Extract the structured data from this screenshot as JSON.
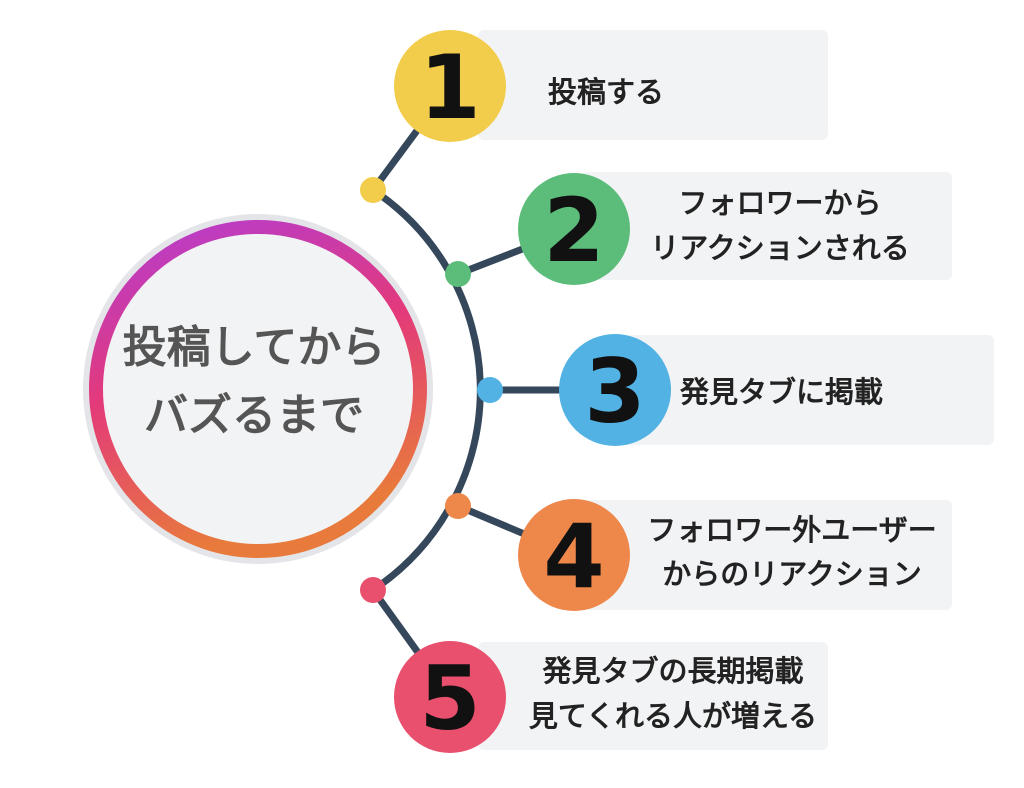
{
  "hub": {
    "lines": [
      "投稿してから",
      "バズるまで"
    ],
    "ring_colors": [
      "#b43cd2",
      "#e33a7a",
      "#e87a3c"
    ],
    "fill_color": "#f2f3f5"
  },
  "connector_color": "#35475a",
  "panel_color": "#f2f3f5",
  "steps": [
    {
      "number": "1",
      "lines": [
        "投稿する"
      ],
      "color": "#f2cd4c"
    },
    {
      "number": "2",
      "lines": [
        "フォロワーから",
        "リアクションされる"
      ],
      "color": "#5cbd7b"
    },
    {
      "number": "3",
      "lines": [
        "発見タブに掲載"
      ],
      "color": "#52b2e3"
    },
    {
      "number": "4",
      "lines": [
        "フォロワー外ユーザー",
        "からのリアクション"
      ],
      "color": "#ee874a"
    },
    {
      "number": "5",
      "lines": [
        "発見タブの長期掲載",
        "見てくれる人が増える"
      ],
      "color": "#e8506d"
    }
  ]
}
